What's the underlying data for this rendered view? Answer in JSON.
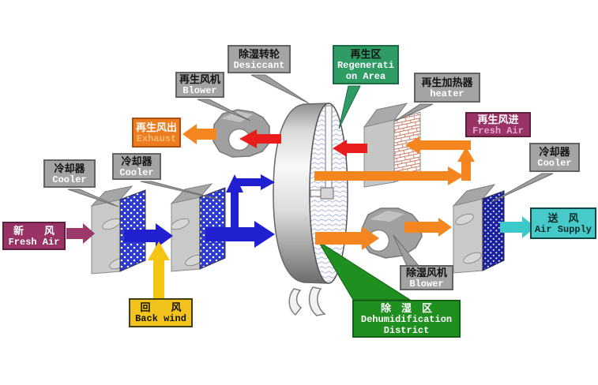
{
  "background": "#ffffff",
  "colors": {
    "label_gray": "#a4a4a4",
    "label_green_regeneration": "#2f9c66",
    "label_green_dehumidification": "#1f8f1f",
    "label_orange": "#ed7c1e",
    "label_magenta": "#993366",
    "label_yellow": "#f2c31d",
    "label_cyan": "#49caca",
    "arrow_purple": "#9c3a6b",
    "arrow_blue": "#2020d0",
    "arrow_yellow": "#f6c413",
    "arrow_red": "#ea1c1c",
    "arrow_orange": "#f5861f",
    "arrow_cyan": "#3cc9c9",
    "cooler_panel_blue": "#2b38cf",
    "cooler_panel_dark_blue": "#1b219c",
    "heater_panel_brick": "#cc7a63"
  },
  "labels": {
    "desiccant": {
      "zh": "除湿转轮",
      "en": "Desiccant"
    },
    "regen_blower": {
      "zh": "再生风机",
      "en": "Blower"
    },
    "exhaust": {
      "zh": "再生风出",
      "en": "Exhaust"
    },
    "cooler1": {
      "zh": "冷却器",
      "en": "Cooler"
    },
    "cooler2": {
      "zh": "冷却器",
      "en": "Cooler"
    },
    "regen_area": {
      "zh": "再生区",
      "en1": "Regenerati",
      "en2": "on Area"
    },
    "heater": {
      "zh": "再生加热器",
      "en": "heater"
    },
    "regen_fresh_air": {
      "zh": "再生风进",
      "en": "Fresh Air"
    },
    "cooler3": {
      "zh": "冷却器",
      "en": "Cooler"
    },
    "fresh_air": {
      "zh": "新　　风",
      "en": "Fresh Air"
    },
    "back_wind": {
      "zh": "回　　风",
      "en": "Back wind"
    },
    "dehumid_blower": {
      "zh": "除湿风机",
      "en": "Blower"
    },
    "dehumid_district": {
      "zh": "除　湿　区",
      "en1": "Dehumidification",
      "en2": "District"
    },
    "air_supply": {
      "zh": "送　风",
      "en": "Air Supply"
    }
  },
  "flows": [
    {
      "id": "fresh-air-in",
      "color": "#9c3a6b",
      "direction": "right",
      "from": "fresh-air",
      "to": "cooler-1"
    },
    {
      "id": "process-air-between-coolers",
      "color": "#2020d0",
      "direction": "right",
      "from": "cooler-1",
      "to": "cooler-2"
    },
    {
      "id": "back-wind-in",
      "color": "#f6c413",
      "direction": "up",
      "from": "back-wind",
      "to": "process-air-duct"
    },
    {
      "id": "process-air-to-wheel-lower",
      "color": "#2020d0",
      "direction": "right",
      "from": "cooler-2",
      "to": "desiccant-wheel"
    },
    {
      "id": "process-air-to-wheel-upper",
      "color": "#2020d0",
      "direction": "up-right",
      "from": "cooler-2",
      "to": "desiccant-wheel"
    },
    {
      "id": "regen-fresh-air-duct",
      "color": "#f5861f",
      "direction": "right-up-left",
      "from": "regen-fresh-air",
      "to": "heater"
    },
    {
      "id": "regen-hot-air-into-wheel",
      "color": "#ea1c1c",
      "direction": "left",
      "from": "heater",
      "to": "desiccant-wheel"
    },
    {
      "id": "regen-air-to-blower",
      "color": "#ea1c1c",
      "direction": "left",
      "from": "desiccant-wheel",
      "to": "regen-blower"
    },
    {
      "id": "exhaust-out",
      "color": "#f5861f",
      "direction": "left",
      "from": "regen-blower",
      "to": "exhaust"
    },
    {
      "id": "dry-air-to-blower",
      "color": "#f5861f",
      "direction": "right",
      "from": "desiccant-wheel",
      "to": "dehumid-blower"
    },
    {
      "id": "dry-air-to-cooler",
      "color": "#f5861f",
      "direction": "right",
      "from": "dehumid-blower",
      "to": "cooler-3"
    },
    {
      "id": "air-supply-out",
      "color": "#3cc9c9",
      "direction": "right",
      "from": "cooler-3",
      "to": "air-supply"
    }
  ]
}
